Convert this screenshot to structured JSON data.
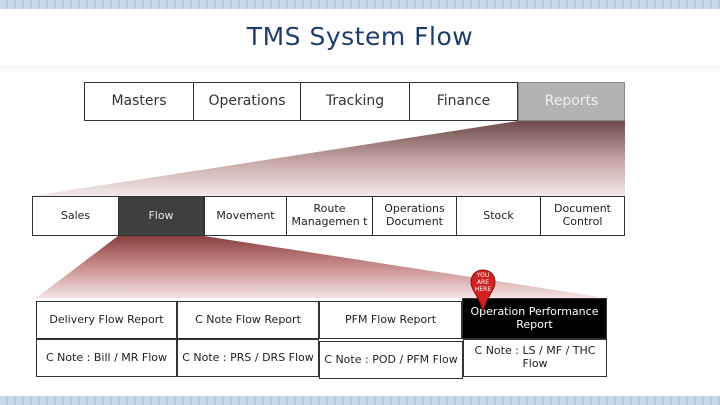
{
  "title": "TMS System Flow",
  "top_tabs": [
    "Masters",
    "Operations",
    "Tracking",
    "Finance",
    "Reports"
  ],
  "sub_nav": [
    "Sales",
    "Flow",
    "Movement",
    "Route Managemen t",
    "Operations Document",
    "Stock",
    "Document Control"
  ],
  "reports": [
    "Delivery Flow Report",
    "C Note Flow Report",
    "PFM Flow Report",
    "Operation Performance Report",
    "C Note : Bill / MR Flow",
    "C Note : PRS / DRS Flow",
    "C Note : POD / PFM Flow",
    "C Note : LS / MF / THC Flow"
  ],
  "marker": {
    "label": "YOU ARE HERE",
    "color": "#d42020"
  },
  "colors": {
    "title": "#1f3d6b",
    "active_tab": "#b3b3b3",
    "active_sub": "#3f3f3f",
    "active_report": "#000000",
    "funnel_top": "#6e4a4a",
    "funnel_bottom_red": "#b05a5a"
  }
}
